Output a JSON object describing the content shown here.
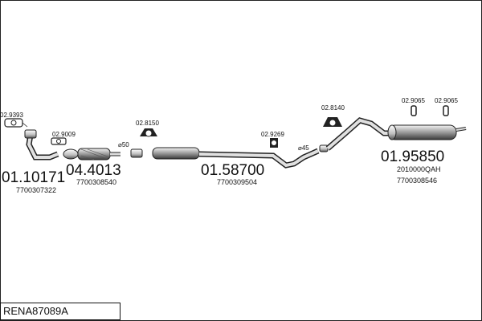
{
  "parts": [
    {
      "part_number": "01.10171",
      "ref": "7700307322"
    },
    {
      "part_number": "04.4013",
      "ref": "7700308540"
    },
    {
      "part_number": "01.58700",
      "ref": "7700309504"
    },
    {
      "part_number": "01.95850",
      "ref": "2010000QAH",
      "ref2": "7700308546"
    }
  ],
  "fittings": [
    "02.9393",
    "02.9009",
    "02.8150",
    "02.9269",
    "02.8140",
    "02.9065",
    "02.9065"
  ],
  "clamps": [
    "⌀50",
    "⌀45"
  ],
  "drawing_code": "RENA87089A"
}
